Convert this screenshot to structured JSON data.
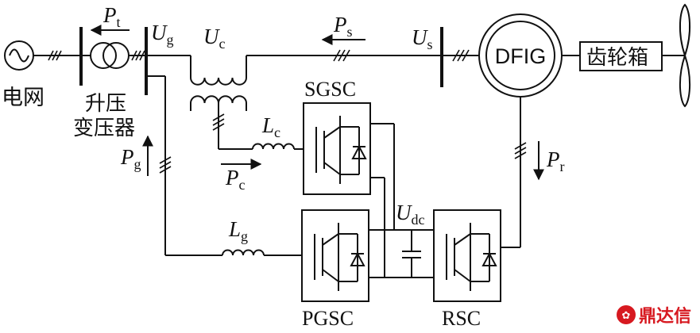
{
  "diagram": {
    "labels": {
      "grid": "电网",
      "step_up_transformer_line1": "升压",
      "step_up_transformer_line2": "变压器",
      "gearbox": "齿轮箱",
      "generator": "DFIG",
      "sgsc": "SGSC",
      "pgsc": "PGSC",
      "rsc": "RSC"
    },
    "symbols": {
      "Pt": {
        "main": "P",
        "sub": "t"
      },
      "Ug": {
        "main": "U",
        "sub": "g"
      },
      "Uc": {
        "main": "U",
        "sub": "c"
      },
      "Ps": {
        "main": "P",
        "sub": "s"
      },
      "Us": {
        "main": "U",
        "sub": "s"
      },
      "Lc": {
        "main": "L",
        "sub": "c"
      },
      "Pc": {
        "main": "P",
        "sub": "c"
      },
      "Pg": {
        "main": "P",
        "sub": "g"
      },
      "Lg": {
        "main": "L",
        "sub": "g"
      },
      "Udc": {
        "main": "U",
        "sub": "dc"
      },
      "Pr": {
        "main": "P",
        "sub": "r"
      }
    },
    "watermark": "鼎达信",
    "colors": {
      "line": "#111111",
      "watermark": "#d71920"
    }
  }
}
